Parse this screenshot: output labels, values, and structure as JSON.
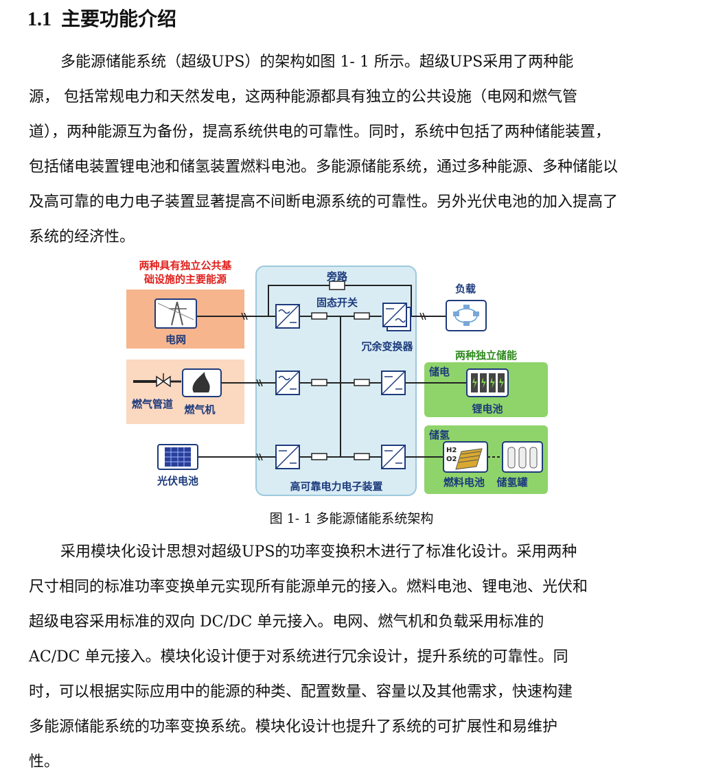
{
  "section": {
    "number": "1.1",
    "title": "主要功能介绍"
  },
  "paragraph1": {
    "lines": [
      "多能源储能系统（超级UPS）的架构如图 1- 1 所示。超级UPS采用了两种能",
      "源，  包括常规电力和天然发电，这两种能源都具有独立的公共设施（电网和燃气管",
      "道），两种能源互为备份，提高系统供电的可靠性。同时，系统中包括了两种储能装置，",
      "包括储电装置锂电池和储氢装置燃料电池。多能源储能系统，通过多种能源、多种储能以",
      "及高可靠的电力电子装置显著提高不间断电源系统的可靠性。另外光伏电池的加入提高了",
      "系统的经济性。"
    ]
  },
  "diagram": {
    "energy_group_title_line1": "两种具有独立公共基",
    "energy_group_title_line2": "础设施的主要能源",
    "grid_label": "电网",
    "gas_pipeline_label": "燃气管道",
    "gas_turbine_label": "燃气机",
    "pv_label": "光伏电池",
    "bypass_label": "旁路",
    "static_switch_label": "固态开关",
    "redundant_converter_label": "冗余变换器",
    "power_electronics_label": "高可靠电力电子装置",
    "load_label": "负载",
    "storage_group_title": "两种独立储能",
    "electric_storage_label": "储电",
    "lithium_battery_label": "锂电池",
    "hydrogen_storage_label": "储氢",
    "fuel_cell_label": "燃料电池",
    "hydrogen_tank_label": "储氢罐",
    "h2_label": "H2",
    "o2_label": "O2",
    "colors": {
      "energy_fill": "#f6b58c",
      "energy_light_fill": "#fbd8c0",
      "center_fill": "#d9ecf3",
      "center_border": "#9cc9dd",
      "storage_fill": "#8fd46a",
      "red_text": "#e0201c",
      "green_text": "#2f8a1e",
      "blue_text": "#1c3a7c"
    }
  },
  "figure_caption": "图  1- 1  多能源储能系统架构",
  "paragraph2": {
    "lines": [
      "采用模块化设计思想对超级UPS的功率变换积木进行了标准化设计。采用两种",
      "尺寸相同的标准功率变换单元实现所有能源单元的接入。燃料电池、锂电池、光伏和",
      "超级电容采用标准的双向 DC/DC 单元接入。电网、燃气机和负载采用标准的",
      "AC/DC 单元接入。模块化设计便于对系统进行冗余设计，提升系统的可靠性。同",
      "时，可以根据实际应用中的能源的种类、配置数量、容量以及其他需求，快速构建",
      "多能源储能系统的功率变换系统。模块化设计也提升了系统的可扩展性和易维护",
      "性。"
    ]
  }
}
